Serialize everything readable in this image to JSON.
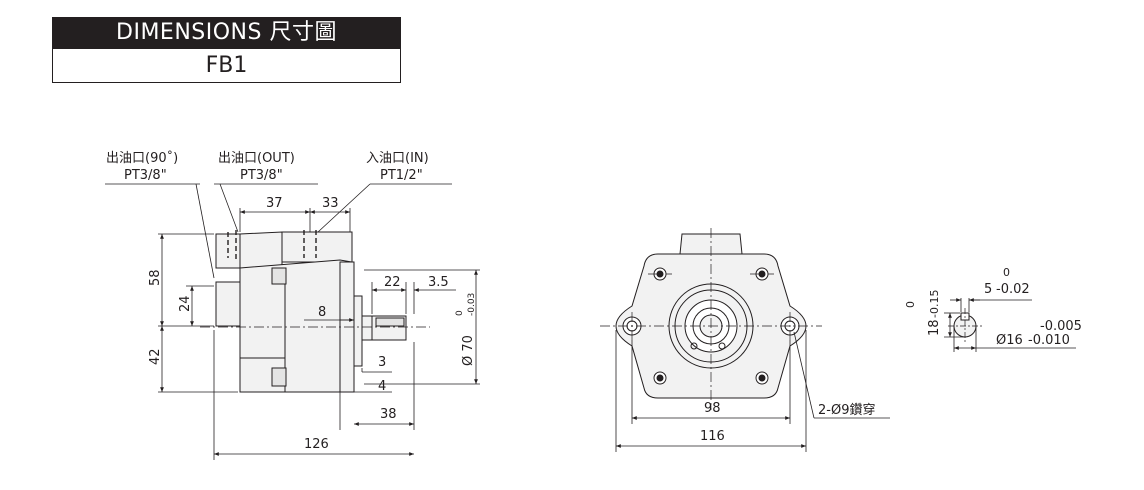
{
  "header": {
    "title": "DIMENSIONS 尺寸圖",
    "model": "FB1"
  },
  "side_view": {
    "callouts": {
      "out_90": {
        "label": "出油口(90˚)",
        "thread": "PT3/8\""
      },
      "out": {
        "label": "出油口(OUT)",
        "thread": "PT3/8\""
      },
      "in": {
        "label": "入油口(IN)",
        "thread": "PT1/2\""
      }
    },
    "dims": {
      "d37": "37",
      "d33": "33",
      "d22": "22",
      "d3_5": "3.5",
      "d58": "58",
      "d24": "24",
      "d42": "42",
      "d8": "8",
      "d3": "3",
      "d4": "4",
      "d38": "38",
      "d126": "126",
      "shaft_dia": "Ø 70",
      "shaft_tol_upper": "0",
      "shaft_tol_lower": "-0.03"
    }
  },
  "front_view": {
    "dims": {
      "d98": "98",
      "d116": "116",
      "holes": "2-Ø9鑽穿"
    }
  },
  "key_view": {
    "dims": {
      "key_width": "5",
      "key_width_tol_upper": "0",
      "key_width_tol_lower": "-0.02",
      "key_height": "18",
      "key_height_tol_upper": "0",
      "key_height_tol_lower": "-0.15",
      "shaft": "Ø16",
      "shaft_tol_upper": "-0.005",
      "shaft_tol_lower": "-0.010"
    }
  },
  "colors": {
    "ink": "#231f20",
    "fill": "#f2f2f2",
    "fill_dark": "#e4e4e4"
  }
}
